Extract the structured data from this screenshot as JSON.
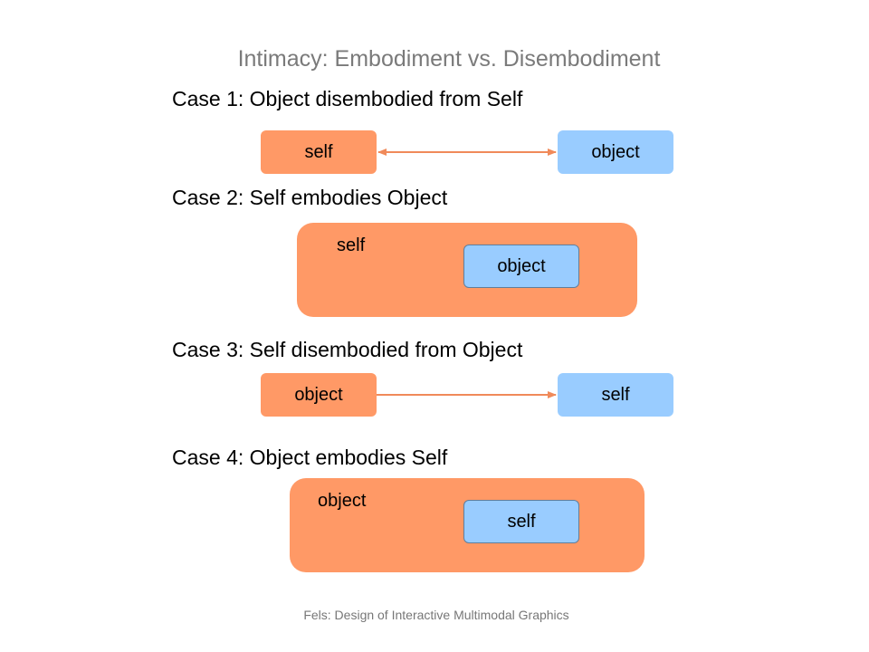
{
  "title": "Intimacy: Embodiment vs. Disembodiment",
  "colors": {
    "orange": "#ff9966",
    "blue": "#99ccff",
    "arrow": "#f08a5a"
  },
  "cases": [
    {
      "heading": "Case 1: Object disembodied from Self",
      "left": "self",
      "right": "object",
      "arrow": "bidirectional"
    },
    {
      "heading": "Case 2: Self embodies Object",
      "outer": "self",
      "inner": "object"
    },
    {
      "heading": "Case 3: Self disembodied from Object",
      "left": "object",
      "right": "self",
      "arrow": "forward"
    },
    {
      "heading": "Case 4: Object embodies Self",
      "outer": "object",
      "inner": "self"
    }
  ],
  "footer": "Fels: Design of Interactive Multimodal Graphics"
}
